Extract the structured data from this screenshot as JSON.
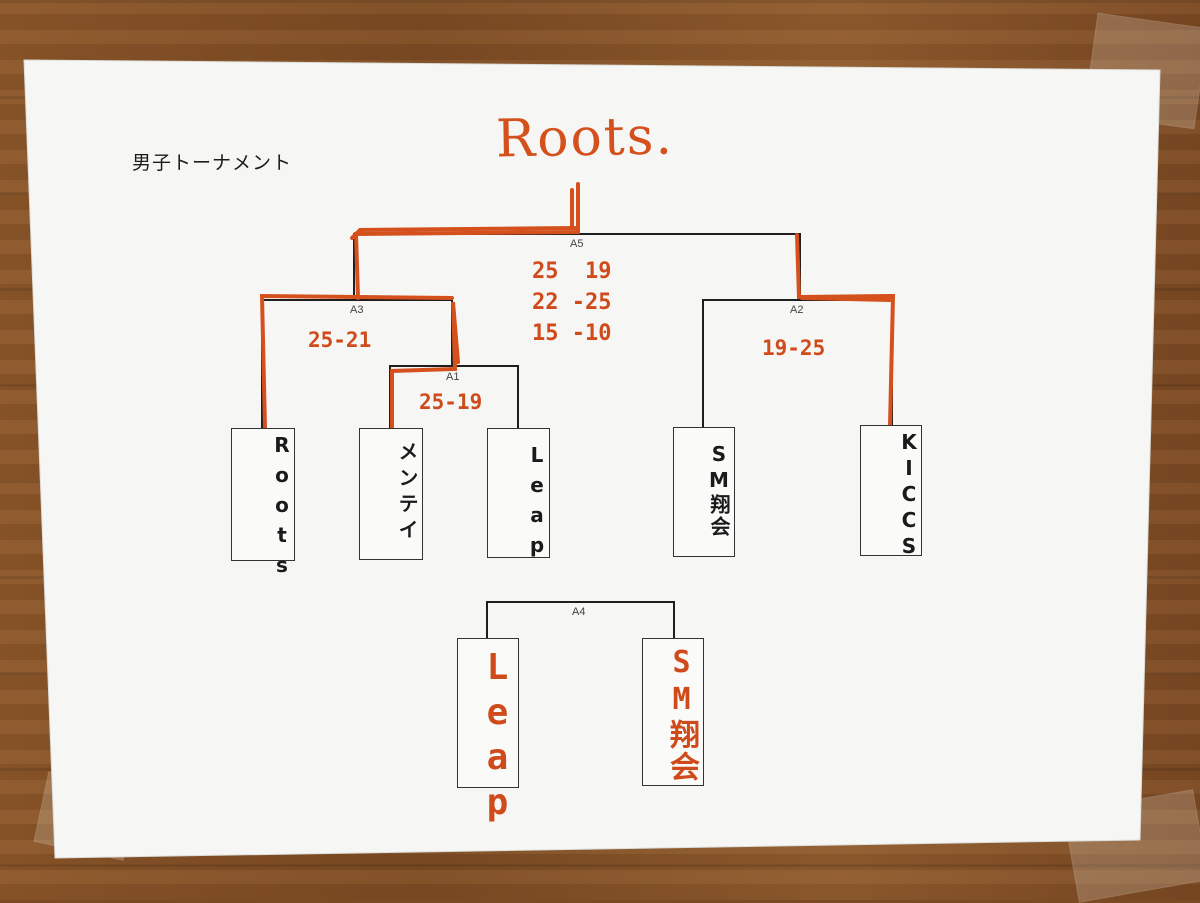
{
  "sheet_title": "男子トーナメント",
  "winner_handwritten": "Roots.",
  "matches": {
    "a1": {
      "label": "A1",
      "score": "25-19"
    },
    "a2": {
      "label": "A2",
      "score": "19-25"
    },
    "a3": {
      "label": "A3",
      "score": "25-21"
    },
    "a4": {
      "label": "A4"
    },
    "a5": {
      "label": "A5",
      "score_lines": "25  19\n22 -25\n15 -10"
    }
  },
  "teams": {
    "roots": "Roots",
    "mentei": "メンテイ",
    "leap": "Leap",
    "sm_shokai": "SM翔会",
    "kiccs": "KICCS"
  },
  "placement_match": {
    "left_team": "Leap",
    "right_team": "SM翔会"
  },
  "colors": {
    "ink": "#1a1a1a",
    "marker_orange": "#cf4b1c",
    "paper": "#f7f7f5"
  }
}
